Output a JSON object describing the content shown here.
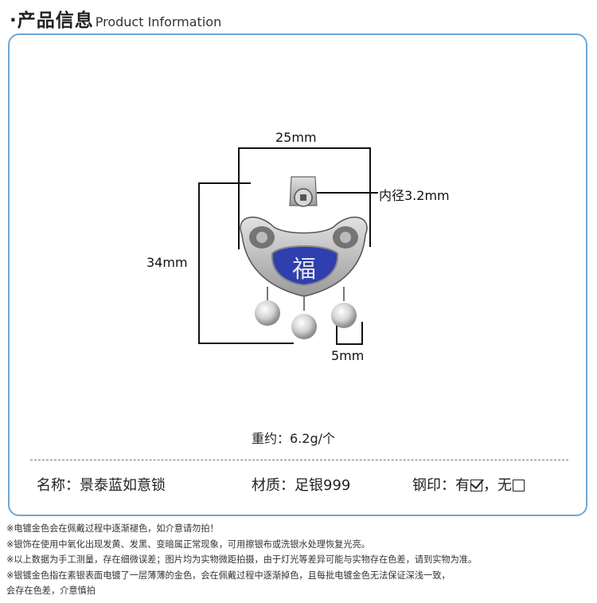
{
  "header": {
    "title_zh": "产品信息",
    "title_en": "Product Information",
    "bullet": "·"
  },
  "dimensions": {
    "width": "25mm",
    "height": "34mm",
    "inner_diameter": "内径3.2mm",
    "bell": "5mm"
  },
  "weight": "重约：6.2g/个",
  "specs": {
    "name": "名称：景泰蓝如意锁",
    "material": "材质：足银999",
    "stamp_label": "钢印：",
    "stamp_yes": "有",
    "stamp_sep": "，",
    "stamp_no": "无",
    "stamp_yes_checked": true,
    "stamp_no_checked": false
  },
  "notes": [
    "※电镀金色会在佩戴过程中逐渐褪色，如介意请勿拍！",
    "※银饰在使用中氧化出现发黄、发黑、变暗属正常现象，可用擦银布或洗银水处理恢复光亮。",
    "※以上数据为手工测量，存在细微误差；图片均为实物微距拍摄，由于灯光等差异可能与实物存在色差，请到实物为准。",
    "※银镀金色指在素银表面电镀了一层薄薄的金色，会在佩戴过程中逐渐掉色，且每批电镀金色无法保证深浅一致，",
    "会存在色差，介意慎拍"
  ],
  "colors": {
    "panel_border": "#6fa8d6",
    "enamel_blue": "#2f3fae",
    "silver": "#c9c9c9"
  }
}
